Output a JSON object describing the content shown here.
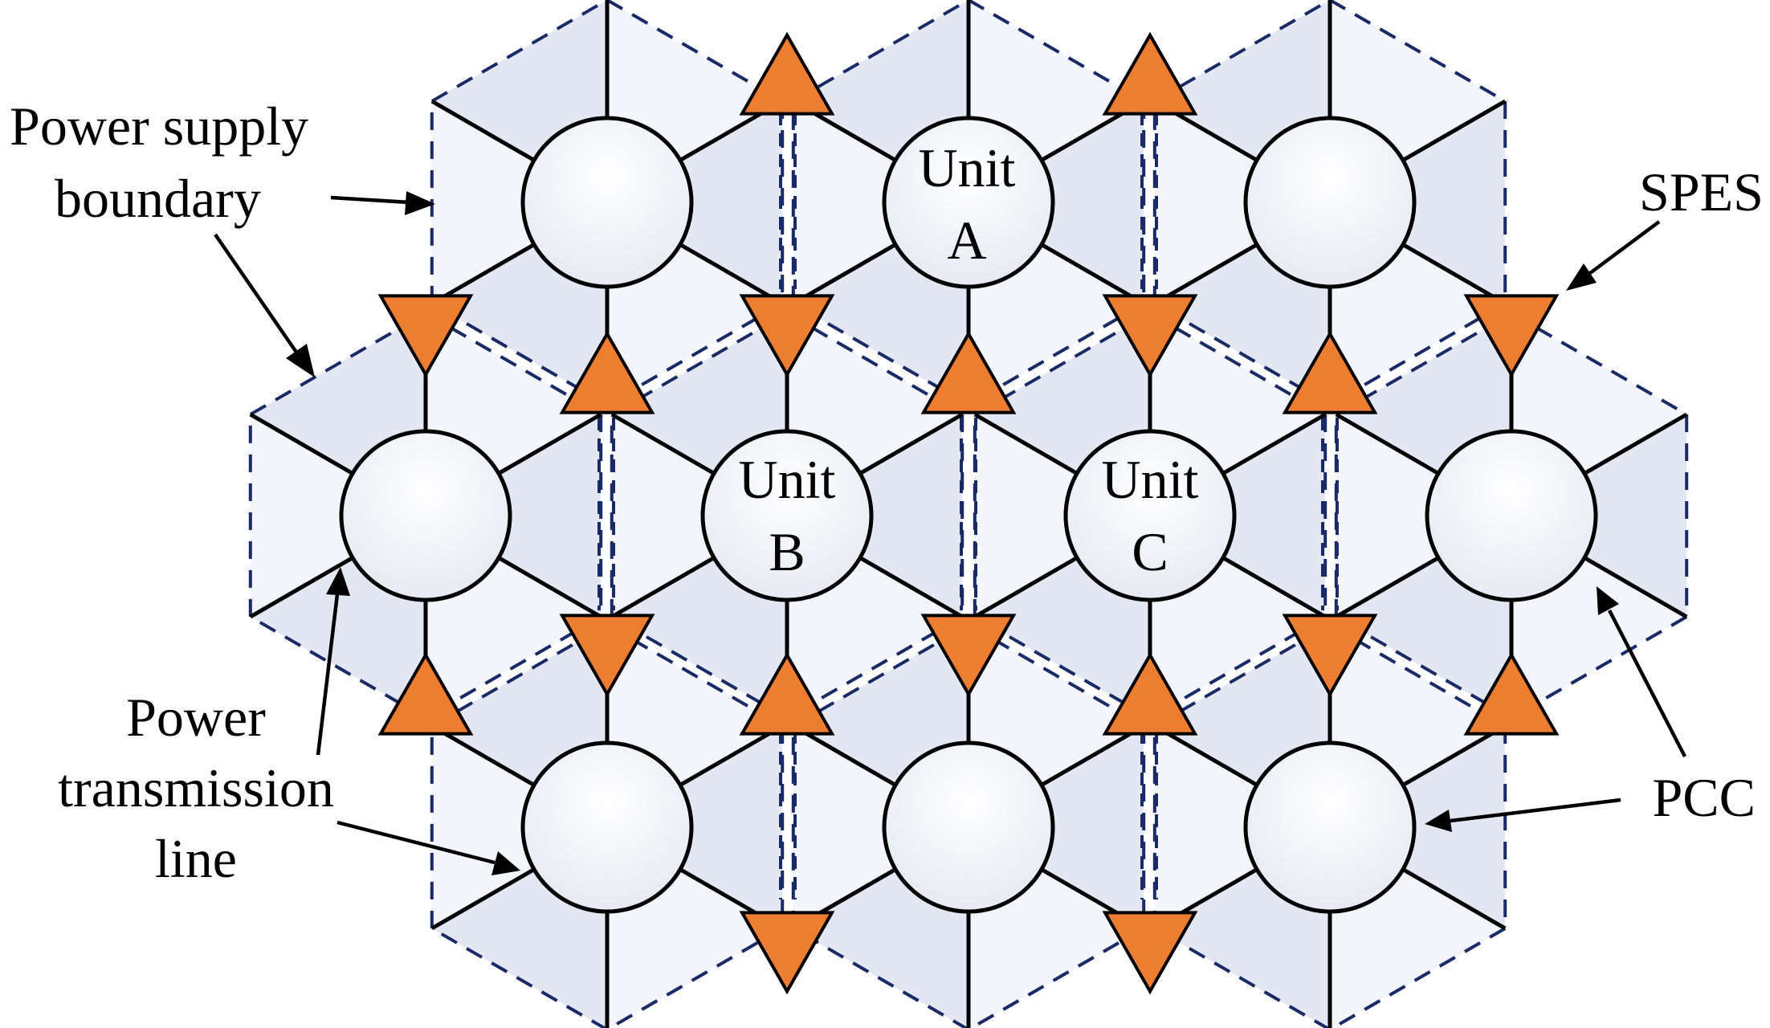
{
  "labels": {
    "power_supply_boundary_line1": "Power supply",
    "power_supply_boundary_line2": "boundary",
    "spes": "SPES",
    "pcc": "PCC",
    "power_transmission_line1": "Power",
    "power_transmission_line2": "transmission",
    "power_transmission_line3": "line"
  },
  "units": {
    "a": {
      "word": "Unit",
      "letter": "A"
    },
    "b": {
      "word": "Unit",
      "letter": "B"
    },
    "c": {
      "word": "Unit",
      "letter": "C"
    }
  },
  "colors": {
    "spes_fill": "#ed7d31",
    "boundary_dash": "#1a2a66",
    "cell_shade_light": "#f4f5fb",
    "cell_shade_dark": "#e3e6f3",
    "pcc_fill_top": "#ffffff",
    "pcc_fill_bottom": "#e8eaf3"
  },
  "icons": {
    "pcc": "circle-node",
    "spes_up": "triangle-up",
    "spes_down": "triangle-down",
    "boundary": "dashed-hexagon"
  }
}
